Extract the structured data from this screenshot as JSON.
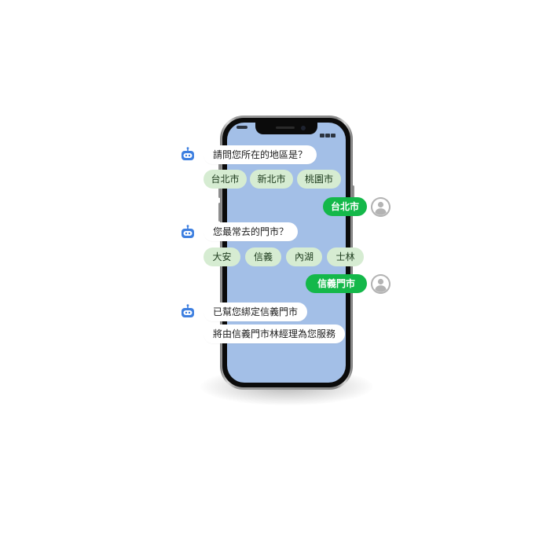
{
  "colors": {
    "screen": "#a3bfe7",
    "bot_accent": "#3d7fe0",
    "chip_bg": "#d6ecd2",
    "user_bubble": "#14b84a",
    "avatar": "#b3b3b3"
  },
  "icons": {
    "bot": "robot-icon",
    "user": "user-avatar-icon"
  },
  "chat": {
    "q1": "請問您所在的地區是？",
    "q1_options": [
      "台北市",
      "新北市",
      "桃園市"
    ],
    "a1": "台北市",
    "q2": "您最常去的門市？",
    "q2_options": [
      "大安",
      "信義",
      "內湖",
      "士林"
    ],
    "a2": "信義門市",
    "r1": "已幫您綁定信義門市",
    "r2": "將由信義門市林經理為您服務"
  }
}
